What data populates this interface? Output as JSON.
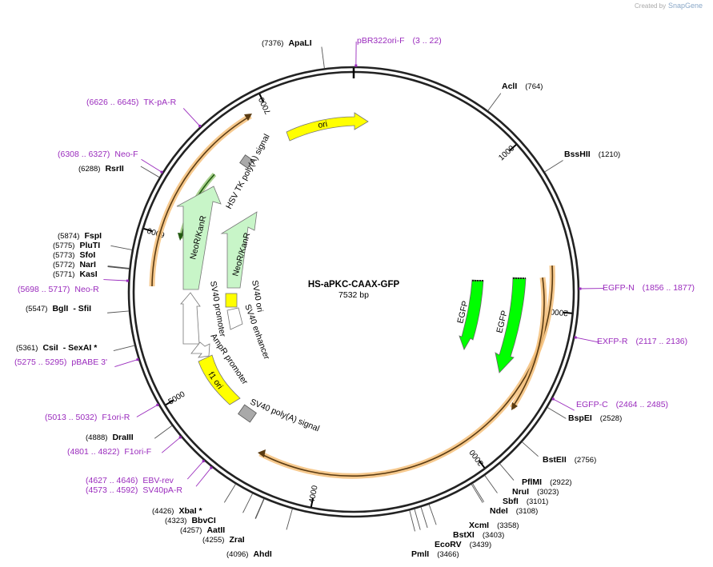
{
  "plasmid": {
    "name": "HS-aPKC-CAAX-GFP",
    "length_label": "7532 bp",
    "length": 7532
  },
  "credit": {
    "text": "Created by",
    "brand": "SnapGene"
  },
  "ticks": [
    {
      "pos": 1000,
      "label": "1000"
    },
    {
      "pos": 2000,
      "label": "2000"
    },
    {
      "pos": 3000,
      "label": "3000"
    },
    {
      "pos": 4000,
      "label": "4000"
    },
    {
      "pos": 5000,
      "label": "5000"
    },
    {
      "pos": 6000,
      "label": "6000"
    },
    {
      "pos": 7000,
      "label": "7000"
    }
  ],
  "enzymes": [
    {
      "name": "ApaLI",
      "pos": "(7376)",
      "site": 7376
    },
    {
      "name": "AclI",
      "pos": "(764)",
      "site": 764
    },
    {
      "name": "BssHII",
      "pos": "(1210)",
      "site": 1210
    },
    {
      "name": "BspEI",
      "pos": "(2528)",
      "site": 2528
    },
    {
      "name": "BstEII",
      "pos": "(2756)",
      "site": 2756
    },
    {
      "name": "PflMI",
      "pos": "(2922)",
      "site": 2922
    },
    {
      "name": "NruI",
      "pos": "(3023)",
      "site": 3023
    },
    {
      "name": "SbfI",
      "pos": "(3101)",
      "site": 3101
    },
    {
      "name": "NdeI",
      "pos": "(3108)",
      "site": 3108
    },
    {
      "name": "XcmI",
      "pos": "(3358)",
      "site": 3358
    },
    {
      "name": "BstXI",
      "pos": "(3403)",
      "site": 3403
    },
    {
      "name": "EcoRV",
      "pos": "(3439)",
      "site": 3439
    },
    {
      "name": "PmlI",
      "pos": "(3466)",
      "site": 3466
    },
    {
      "name": "AhdI",
      "pos": "(4096)",
      "site": 4096
    },
    {
      "name": "ZraI",
      "pos": "(4255)",
      "site": 4255
    },
    {
      "name": "AatII",
      "pos": "(4257)",
      "site": 4257
    },
    {
      "name": "BbvCI",
      "pos": "(4323)",
      "site": 4323
    },
    {
      "name": "XbaI *",
      "pos": "(4426)",
      "site": 4426
    },
    {
      "name": "DraIII",
      "pos": "(4888)",
      "site": 4888
    },
    {
      "name": "CsiI",
      "suffix": "- SexAI *",
      "pos": "(5361)",
      "site": 5361
    },
    {
      "name": "BglI",
      "suffix": "- SfiI",
      "pos": "(5547)",
      "site": 5547
    },
    {
      "name": "KasI",
      "pos": "(5771)",
      "site": 5771
    },
    {
      "name": "NarI",
      "pos": "(5772)",
      "site": 5772
    },
    {
      "name": "SfoI",
      "pos": "(5773)",
      "site": 5773
    },
    {
      "name": "PluTI",
      "pos": "(5775)",
      "site": 5775
    },
    {
      "name": "FspI",
      "pos": "(5874)",
      "site": 5874
    },
    {
      "name": "RsrII",
      "pos": "(6288)",
      "site": 6288
    }
  ],
  "primers": [
    {
      "name": "pBR322ori-F",
      "range": "(3 .. 22)",
      "site": 12
    },
    {
      "name": "TK-pA-R",
      "range": "(6626 .. 6645)",
      "site": 6636
    },
    {
      "name": "Neo-F",
      "range": "(6308 .. 6327)",
      "site": 6318
    },
    {
      "name": "Neo-R",
      "range": "(5698 .. 5717)",
      "site": 5708
    },
    {
      "name": "pBABE 3'",
      "range": "(5275 .. 5295)",
      "site": 5285
    },
    {
      "name": "F1ori-R",
      "range": "(5013 .. 5032)",
      "site": 5022
    },
    {
      "name": "F1ori-F",
      "range": "(4801 .. 4822)",
      "site": 4812
    },
    {
      "name": "EBV-rev",
      "range": "(4627 .. 4646)",
      "site": 4636
    },
    {
      "name": "SV40pA-R",
      "range": "(4573 .. 4592)",
      "site": 4582
    },
    {
      "name": "EGFP-N",
      "range": "(1856 .. 1877)",
      "site": 1866
    },
    {
      "name": "EXFP-R",
      "range": "(2117 .. 2136)",
      "site": 2126
    },
    {
      "name": "EGFP-C",
      "range": "(2464 .. 2485)",
      "site": 2474
    }
  ],
  "features": [
    {
      "name": "ori",
      "color": "#ffff00"
    },
    {
      "name": "HSV TK poly(A) signal",
      "color": "#a9a9a9"
    },
    {
      "name": "NeoR/KanR",
      "color": "#c8f5c8"
    },
    {
      "name": "NeoR/KanR",
      "color": "#c8f5c8"
    },
    {
      "name": "SV40 promoter",
      "color": "#ffffff"
    },
    {
      "name": "SV40 ori",
      "color": "#ffff00"
    },
    {
      "name": "SV40 enhancer",
      "color": "#ffffff"
    },
    {
      "name": "AmpR promoter",
      "color": "#ffffff"
    },
    {
      "name": "f1 ori",
      "color": "#ffff00"
    },
    {
      "name": "SV40 poly(A) signal",
      "color": "#a9a9a9"
    },
    {
      "name": "EGFP",
      "color": "#00ff00"
    },
    {
      "name": "EGFP",
      "color": "#00ff00"
    }
  ],
  "colors": {
    "primer": "#9a2bbd",
    "orf": "#f4c07a",
    "backbone": "#222222"
  }
}
